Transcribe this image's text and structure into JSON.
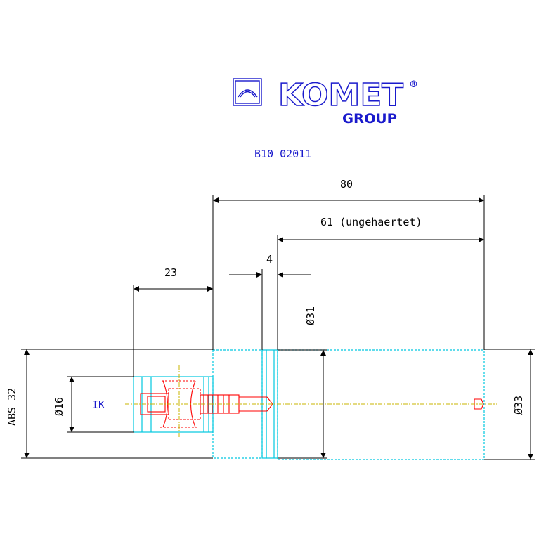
{
  "logo": {
    "brand": "KOMET",
    "registered": "®",
    "group": "GROUP"
  },
  "part_number": "B10 02011",
  "dimensions": {
    "overall_length": "80",
    "unhardened_length": "61 (ungehaertet)",
    "groove_width": "4",
    "adapter_length": "23",
    "groove_diameter": "Ø31",
    "body_diameter": "Ø33",
    "adapter_diameter": "Ø16",
    "abs_size": "ABS 32"
  },
  "labels": {
    "internal_coolant": "IK"
  },
  "colors": {
    "dimension": "#000000",
    "body_outline": "#00c8e0",
    "internal_parts": "#ff0000",
    "centerline": "#c8b400",
    "logo": "#1a1acc"
  }
}
